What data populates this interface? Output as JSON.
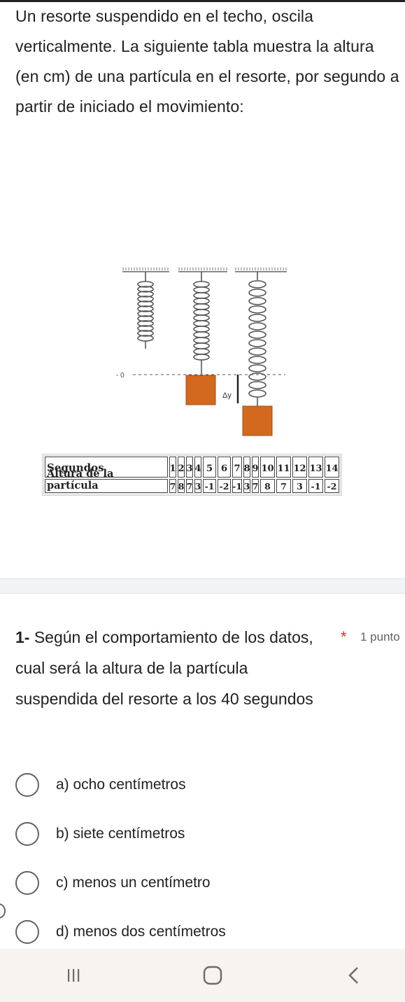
{
  "intro_text": "Un resorte suspendido en el techo, oscila verticalmente. La siguiente tabla muestra la altura (en cm) de una partícula en el resorte, por segundo a partir de iniciado el movimiento:",
  "figure": {
    "zero_label": "- 0",
    "delta_label": "Δy",
    "block_color": "#d2691e"
  },
  "table": {
    "row1_header": "Segundos",
    "row1_values": [
      "1",
      "2",
      "3",
      "4",
      "5",
      "6",
      "7",
      "8",
      "9",
      "10",
      "11",
      "12",
      "13",
      "14"
    ],
    "row2_header": "Altura de la partícula",
    "row2_values": [
      "7",
      "8",
      "7",
      "3",
      "-1",
      "-2",
      "-1",
      "3",
      "7",
      "8",
      "7",
      "3",
      "-1",
      "-2"
    ]
  },
  "question": {
    "number": "1-",
    "text": "Según el comportamiento de los datos,  cual será la altura de la partícula suspendida del resorte a los 40 segundos",
    "required_mark": "*",
    "points": "1 punto"
  },
  "options": [
    {
      "label": "a)  ocho centímetros"
    },
    {
      "label": "b) siete centímetros"
    },
    {
      "label": "c) menos un centímetro"
    },
    {
      "label": "d) menos dos centímetros"
    }
  ],
  "icons": {
    "nav_recents": "recents-icon",
    "nav_home": "home-icon",
    "nav_back": "back-icon"
  }
}
